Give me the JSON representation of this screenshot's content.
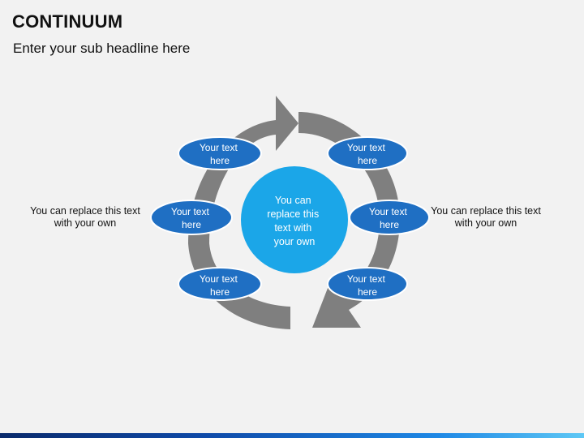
{
  "slide": {
    "title": "CONTINUUM",
    "subtitle": "Enter your sub headline here"
  },
  "diagram": {
    "center_text": [
      "You can",
      "replace this",
      "text with",
      "your own"
    ],
    "nodes": [
      {
        "id": "top-left",
        "lines": [
          "Your text",
          "here"
        ]
      },
      {
        "id": "top-right",
        "lines": [
          "Your text",
          "here"
        ]
      },
      {
        "id": "middle-left",
        "lines": [
          "Your text",
          "here"
        ]
      },
      {
        "id": "middle-right",
        "lines": [
          "Your text",
          "here"
        ]
      },
      {
        "id": "bottom-left",
        "lines": [
          "Your text",
          "here"
        ]
      },
      {
        "id": "bottom-right",
        "lines": [
          "Your text",
          "here"
        ]
      }
    ],
    "side_texts": {
      "left": "You can replace this text with your own",
      "right": "You can replace this text with your own"
    },
    "colors": {
      "arrow": "#7f7f7f",
      "node_fill": "#1f6fc3",
      "node_stroke": "#ffffff",
      "center_fill": "#1ba6e8",
      "text_light": "#ffffff"
    }
  }
}
